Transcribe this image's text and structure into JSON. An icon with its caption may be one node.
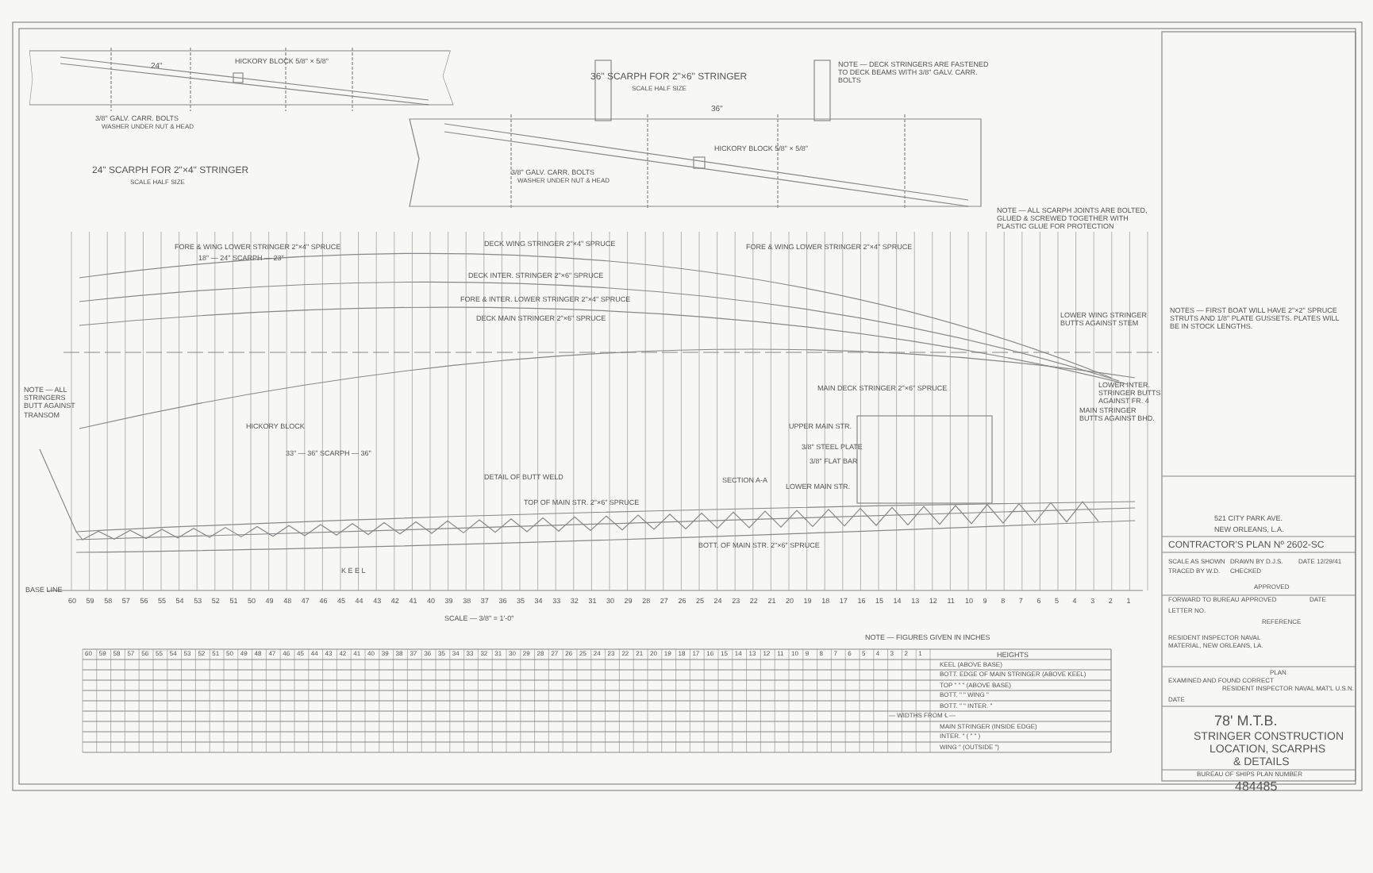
{
  "diagram": {
    "labels": [
      "24\"",
      "HICKORY BLOCK 5/8\" × 5/8\"",
      "3/8\" GALV. CARR. BOLTS",
      "WASHER UNDER NUT & HEAD",
      "24\" SCARPH FOR 2\"×4\" STRINGER",
      "SCALE HALF SIZE",
      "36\" SCARPH FOR 2\"×6\" STRINGER",
      "SCALE HALF SIZE",
      "NOTE — DECK STRINGERS ARE FASTENED TO DECK BEAMS WITH 3/8\" GALV. CARR. BOLTS",
      "36\"",
      "HICKORY BLOCK 5/8\" × 5/8\"",
      "3/8\" GALV. CARR. BOLTS",
      "WASHER UNDER NUT & HEAD",
      "NOTE — ALL SCARPH JOINTS ARE BOLTED, GLUED & SCREWED TOGETHER WITH PLASTIC GLUE FOR PROTECTION",
      "FORE & WING LOWER STRINGER 2\"×4\" SPRUCE",
      "18\" — 24\" SCARPH — 23\"",
      "DECK WING STRINGER 2\"×4\" SPRUCE",
      "DECK INTER. STRINGER 2\"×6\" SPRUCE",
      "FORE & INTER. LOWER STRINGER 2\"×4\" SPRUCE",
      "DECK MAIN STRINGER 2\"×6\" SPRUCE",
      "FORE & WING LOWER STRINGER 2\"×4\" SPRUCE",
      "NOTE — ALL STRINGERS BUTT AGAINST TRANSOM",
      "HICKORY BLOCK",
      "33\" — 36\" SCARPH — 36\"",
      "DETAIL OF BUTT WELD",
      "SECTION A-A",
      "MAIN DECK STRINGER 2\"×6\" SPRUCE",
      "UPPER MAIN STR.",
      "3/8\" STEEL PLATE",
      "3/8\" FLAT BAR",
      "LOWER MAIN STR.",
      "LOWER WING STRINGER BUTTS AGAINST STEM",
      "LOWER INTER. STRINGER BUTTS AGAINST FR. 4",
      "MAIN STRINGER BUTTS AGAINST BHD.",
      "TOP OF MAIN STR. 2\"×6\" SPRUCE",
      "BOTT. OF MAIN STR. 2\"×6\" SPRUCE",
      "K E E L",
      "BASE LINE",
      "SCALE — 3/8\" = 1'-0\"",
      "NOTE — FIGURES GIVEN IN INCHES",
      "60",
      "59",
      "58",
      "57",
      "56",
      "55",
      "54",
      "53",
      "52",
      "51",
      "50",
      "49",
      "48",
      "47",
      "46",
      "45",
      "44",
      "43",
      "42",
      "41",
      "40",
      "39",
      "38",
      "37",
      "36",
      "35",
      "34",
      "33",
      "32",
      "31",
      "30",
      "29",
      "28",
      "27",
      "26",
      "25",
      "24",
      "23",
      "22",
      "21",
      "20",
      "19",
      "18",
      "17",
      "16",
      "15",
      "14",
      "13",
      "12",
      "11",
      "10",
      "9",
      "8",
      "7",
      "6",
      "5",
      "4",
      "3",
      "2",
      "1",
      "60",
      "59",
      "58",
      "57",
      "56",
      "55",
      "54",
      "53",
      "52",
      "51",
      "50",
      "49",
      "48",
      "47",
      "46",
      "45",
      "44",
      "43",
      "42",
      "41",
      "40",
      "39",
      "38",
      "37",
      "36",
      "35",
      "34",
      "33",
      "32",
      "31",
      "30",
      "29",
      "28",
      "27",
      "26",
      "25",
      "24",
      "23",
      "22",
      "21",
      "20",
      "19",
      "18",
      "17",
      "16",
      "15",
      "14",
      "13",
      "12",
      "11",
      "10",
      "9",
      "8",
      "7",
      "6",
      "5",
      "4",
      "3",
      "2",
      "1",
      "HEIGHTS",
      "KEEL (ABOVE BASE)",
      "BOTT. EDGE OF MAIN STRINGER (ABOVE KEEL)",
      "TOP \" \" \" (ABOVE BASE)",
      "BOTT. \" \" WING \"",
      "BOTT. \" \" INTER. \"",
      "— WIDTHS FROM ℄ —",
      "MAIN STRINGER (INSIDE EDGE)",
      "INTER. \" ( \" \" )",
      "WING \" (OUTSIDE \")",
      "NOTES — FIRST BOAT WILL HAVE 2\"×2\" SPRUCE STRUTS AND 1/8\" PLATE GUSSETS. PLATES WILL BE IN STOCK LENGTHS.",
      "521 CITY PARK AVE.",
      "NEW ORLEANS, L.A.",
      "CONTRACTOR'S PLAN Nº 2602-SC",
      "SCALE AS SHOWN",
      "DRAWN BY D.J.S.",
      "DATE 12/29/41",
      "TRACED BY W.D.",
      "CHECKED",
      "APPROVED",
      "FORWARD TO BUREAU",
      "APPROVED",
      "DATE",
      "LETTER NO.",
      "REFERENCE",
      "RESIDENT INSPECTOR NAVAL MATERIAL, NEW ORLEANS, LA.",
      "EXAMINED AND FOUND CORRECT",
      "PLAN",
      "RESIDENT INSPECTOR NAVAL MAT'L U.S.N.",
      "DATE",
      "78' M.T.B.",
      "STRINGER CONSTRUCTION",
      "LOCATION, SCARPHS",
      "& DETAILS",
      "BUREAU OF SHIPS PLAN NUMBER",
      "484485"
    ]
  }
}
